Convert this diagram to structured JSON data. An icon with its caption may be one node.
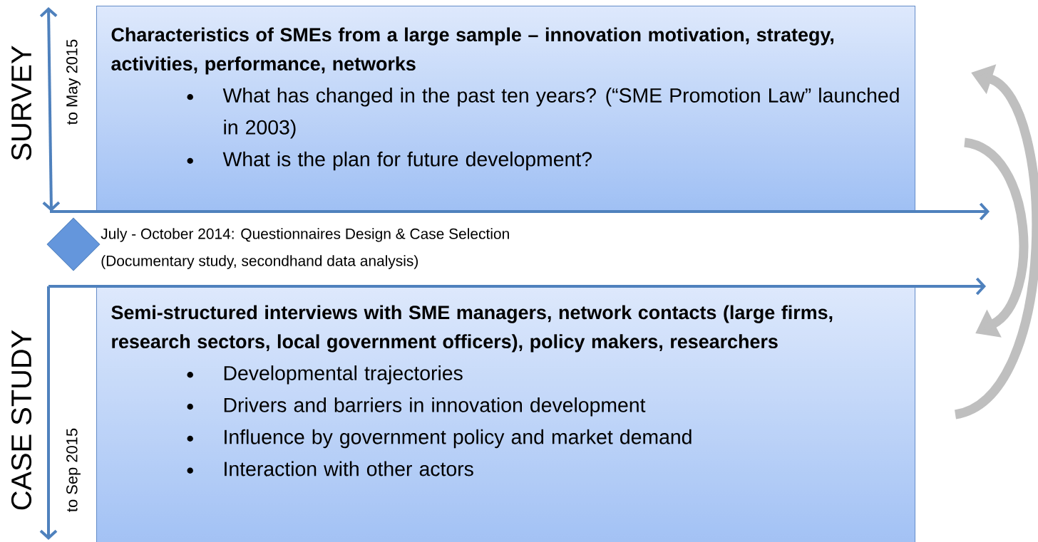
{
  "diagram": {
    "nodes": [
      {
        "text": [
          "Characteristics of SMEs from a large sample – innovation motivation, strategy, activities, performance, networks",
          "What has changed in the past ten years? (“SME Promotion Law” launched in 2003)",
          "What is the plan for future development?"
        ]
      },
      {
        "text": [],
        "shape": "diamond",
        "beside": [
          "July - October 2014: Questionnaires Design & Case Selection",
          "(Documentary study, secondhand data analysis)"
        ]
      },
      {
        "text": [
          "Semi-structured interviews with SME managers, network contacts (large firms, research sectors, local government officers), policy makers, researchers",
          "Developmental trajectories",
          "Drivers and barriers in innovation development",
          "Influence by government policy and market demand",
          "Interaction with other actors"
        ]
      }
    ],
    "labels": [
      "SURVEY",
      "to May 2015",
      "CASE STUDY",
      "to Sep 2015"
    ]
  }
}
